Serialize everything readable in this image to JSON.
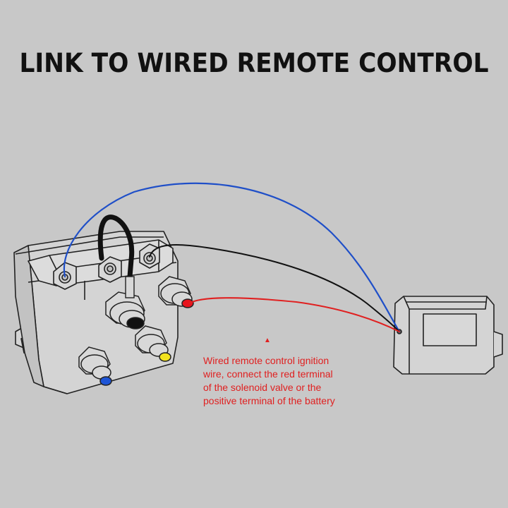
{
  "title": "LINK TO WIRED REMOTE CONTROL",
  "note": {
    "lines": [
      "Wired remote control ignition",
      "wire, connect the red terminal",
      "of the solenoid valve or the",
      "positive terminal of the battery"
    ],
    "marker": "▲"
  },
  "colors": {
    "background": "#c8c8c8",
    "outline": "#222222",
    "body_fill": "#d4d4d4",
    "blue_wire": "#1f4fc8",
    "black_wire": "#111111",
    "red_wire": "#e02020",
    "note_text": "#e02020",
    "cap_red": "#e8141e",
    "cap_yellow": "#f2e21e",
    "cap_blue": "#1e55d6",
    "cap_black": "#111111"
  }
}
